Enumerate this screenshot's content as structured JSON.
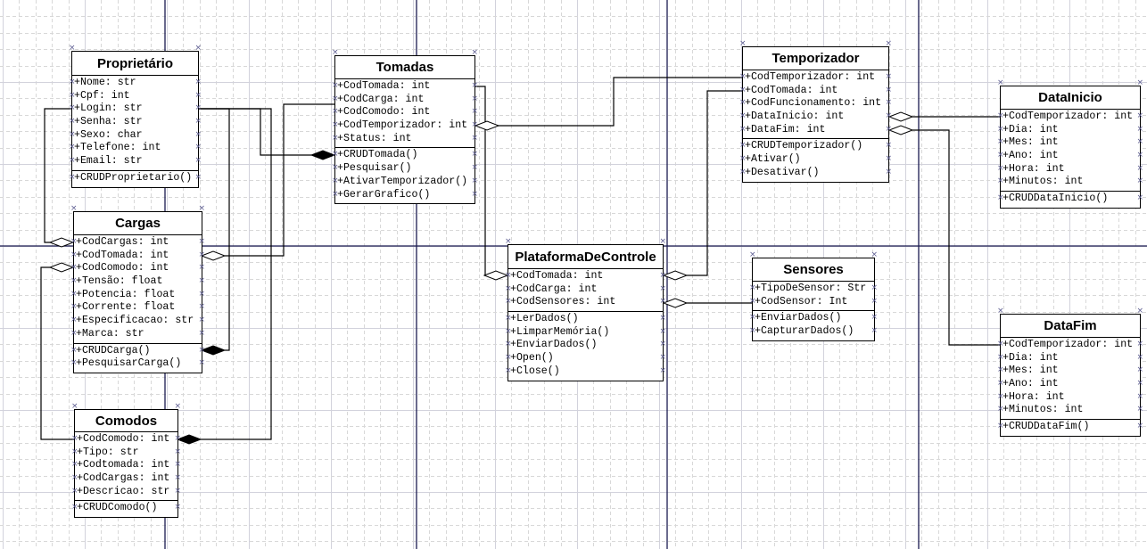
{
  "diagram": {
    "type": "UML class diagram",
    "classes": [
      {
        "name": "Proprietário",
        "attributes": [
          "+Nome: str",
          "+Cpf: int",
          "+Login: str",
          "+Senha: str",
          "+Sexo: char",
          "+Telefone: int",
          "+Email: str"
        ],
        "methods": [
          "+CRUDProprietario()"
        ]
      },
      {
        "name": "Cargas",
        "attributes": [
          "+CodCargas: int",
          "+CodTomada: int",
          "+CodComodo: int",
          "+Tensão: float",
          "+Potencia: float",
          "+Corrente: float",
          "+Especificacao: str",
          "+Marca: str"
        ],
        "methods": [
          "+CRUDCarga()",
          "+PesquisarCarga()"
        ]
      },
      {
        "name": "Comodos",
        "attributes": [
          "+CodComodo: int",
          "+Tipo: str",
          "+Codtomada: int",
          "+CodCargas: int",
          "+Descricao: str"
        ],
        "methods": [
          "+CRUDComodo()"
        ]
      },
      {
        "name": "Tomadas",
        "attributes": [
          "+CodTomada: int",
          "+CodCarga: int",
          "+CodComodo: int",
          "+CodTemporizador: int",
          "+Status: int"
        ],
        "methods": [
          "+CRUDTomada()",
          "+Pesquisar()",
          "+AtivarTemporizador()",
          "+GerarGrafico()"
        ]
      },
      {
        "name": "Temporizador",
        "attributes": [
          "+CodTemporizador: int",
          "+CodTomada: int",
          "+CodFuncionamento: int",
          "+DataInicio: int",
          "+DataFim: int"
        ],
        "methods": [
          "+CRUDTemporizador()",
          "+Ativar()",
          "+Desativar()"
        ]
      },
      {
        "name": "DataInicio",
        "attributes": [
          "+CodTemporizador: int",
          "+Dia: int",
          "+Mes: int",
          "+Ano: int",
          "+Hora: int",
          "+Minutos: int"
        ],
        "methods": [
          "+CRUDDataInicio()"
        ]
      },
      {
        "name": "DataFim",
        "attributes": [
          "+CodTemporizador: int",
          "+Dia: int",
          "+Mes: int",
          "+Ano: int",
          "+Hora: int",
          "+Minutos: int"
        ],
        "methods": [
          "+CRUDDataFim()"
        ]
      },
      {
        "name": "PlataformaDeControle",
        "attributes": [
          "+CodTomada: int",
          "+CodCarga: int",
          "+CodSensores: int"
        ],
        "methods": [
          "+LerDados()",
          "+LimparMemória()",
          "+EnviarDados()",
          "+Open()",
          "+Close()"
        ]
      },
      {
        "name": "Sensores",
        "attributes": [
          "+TipoDeSensor: Str",
          "+CodSensor: Int"
        ],
        "methods": [
          "+EnviarDados()",
          "+CapturarDados()"
        ]
      }
    ],
    "associations": [
      {
        "from": "Proprietário.Login",
        "to": "Cargas.CodCargas",
        "kind": "aggregation"
      },
      {
        "from": "Comodos.CodComodo",
        "to": "Cargas.CodComodo",
        "kind": "aggregation"
      },
      {
        "from": "Proprietário.Login",
        "to": "Cargas.CRUDCarga",
        "kind": "composition"
      },
      {
        "from": "Proprietário.Login",
        "to": "Tomadas.CRUDTomada",
        "kind": "composition"
      },
      {
        "from": "Proprietário.Login",
        "to": "Comodos.CodComodo",
        "kind": "composition"
      },
      {
        "from": "Tomadas.CodCarga",
        "to": "Cargas.CodTomada",
        "kind": "aggregation"
      },
      {
        "from": "Tomadas.CodTomada",
        "to": "PlataformaDeControle.CodTomada",
        "kind": "aggregation"
      },
      {
        "from": "Temporizador.CodTemporizador",
        "to": "Tomadas.CodTemporizador",
        "kind": "aggregation"
      },
      {
        "from": "Temporizador.CodTomada",
        "to": "PlataformaDeControle.CodTomada",
        "kind": "aggregation"
      },
      {
        "from": "Sensores.CodSensor",
        "to": "PlataformaDeControle.CodSensores",
        "kind": "aggregation"
      },
      {
        "from": "DataInicio.CodTemporizador",
        "to": "Temporizador.DataInicio",
        "kind": "aggregation"
      },
      {
        "from": "DataFim.CodTemporizador",
        "to": "Temporizador.DataFim",
        "kind": "aggregation"
      }
    ]
  },
  "colors": {
    "background": "#ffffff",
    "grid": "#d8d8d8",
    "page_break": "#1b1b50",
    "line": "#000000",
    "connection_point": "#5e5e92"
  }
}
